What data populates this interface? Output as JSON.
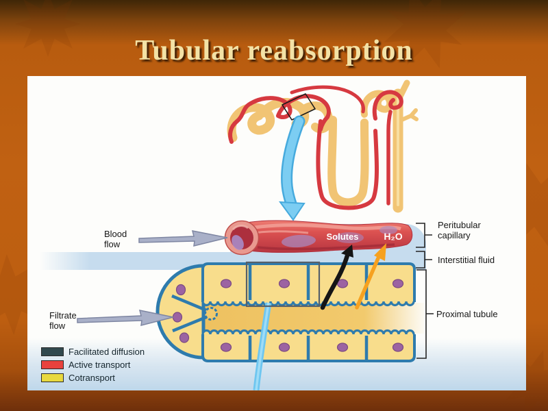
{
  "slide": {
    "title": "Tubular reabsorption"
  },
  "diagram": {
    "flow_labels": {
      "blood_flow": "Blood flow",
      "filtrate_flow": "Filtrate flow"
    },
    "transport_labels": {
      "solutes": "Solutes",
      "water": "H₂O"
    },
    "structure_labels": {
      "peritubular_capillary": "Peritubular capillary",
      "interstitial_fluid": "Interstitial fluid",
      "proximal_tubule": "Proximal tubule"
    },
    "legend": {
      "items": [
        {
          "label": "Facilitated diffusion",
          "color": "#31494e"
        },
        {
          "label": "Active transport",
          "color": "#e8423d"
        },
        {
          "label": "Cotransport",
          "color": "#e8d93f"
        }
      ]
    },
    "colors": {
      "slide_background": "#bc5f10",
      "title_text": "#f3e2a6",
      "capillary_red": "#d84a48",
      "tubule_cell_yellow": "#f8dd8c",
      "cell_outline_blue": "#2e7bad",
      "interstitial_fluid_blue": "#c6dcee",
      "filtrate_arrow_blue": "#7ccdf2",
      "water_arrow_orange": "#f6a11f",
      "solute_arrow_black": "#151515",
      "flow_arrow_gray": "#a9b0c8"
    }
  }
}
